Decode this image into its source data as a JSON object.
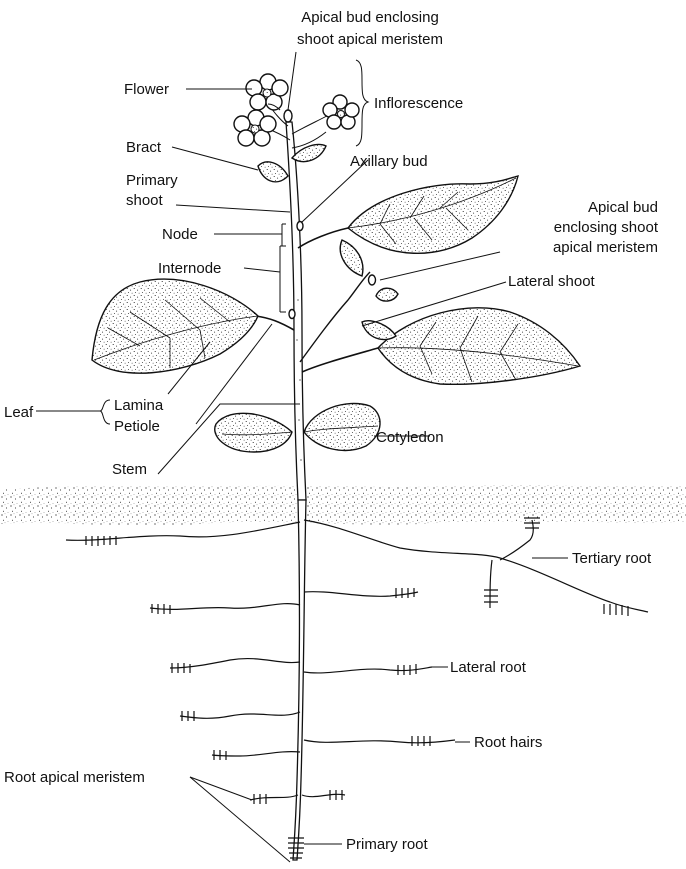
{
  "labels": {
    "apical_bud_top_line1": "Apical bud enclosing",
    "apical_bud_top_line2": "shoot apical meristem",
    "flower": "Flower",
    "inflorescence": "Inflorescence",
    "bract": "Bract",
    "primary_shoot_line1": "Primary",
    "primary_shoot_line2": "shoot",
    "axillary_bud": "Axillary bud",
    "node": "Node",
    "apical_bud_side_line1": "Apical bud",
    "apical_bud_side_line2": "enclosing shoot",
    "apical_bud_side_line3": "apical meristem",
    "internode": "Internode",
    "lateral_shoot": "Lateral shoot",
    "leaf": "Leaf",
    "lamina": "Lamina",
    "petiole": "Petiole",
    "cotyledon": "Cotyledon",
    "stem": "Stem",
    "tertiary_root": "Tertiary root",
    "lateral_root": "Lateral root",
    "root_hairs": "Root hairs",
    "root_apical_meristem": "Root apical meristem",
    "primary_root": "Primary root"
  }
}
